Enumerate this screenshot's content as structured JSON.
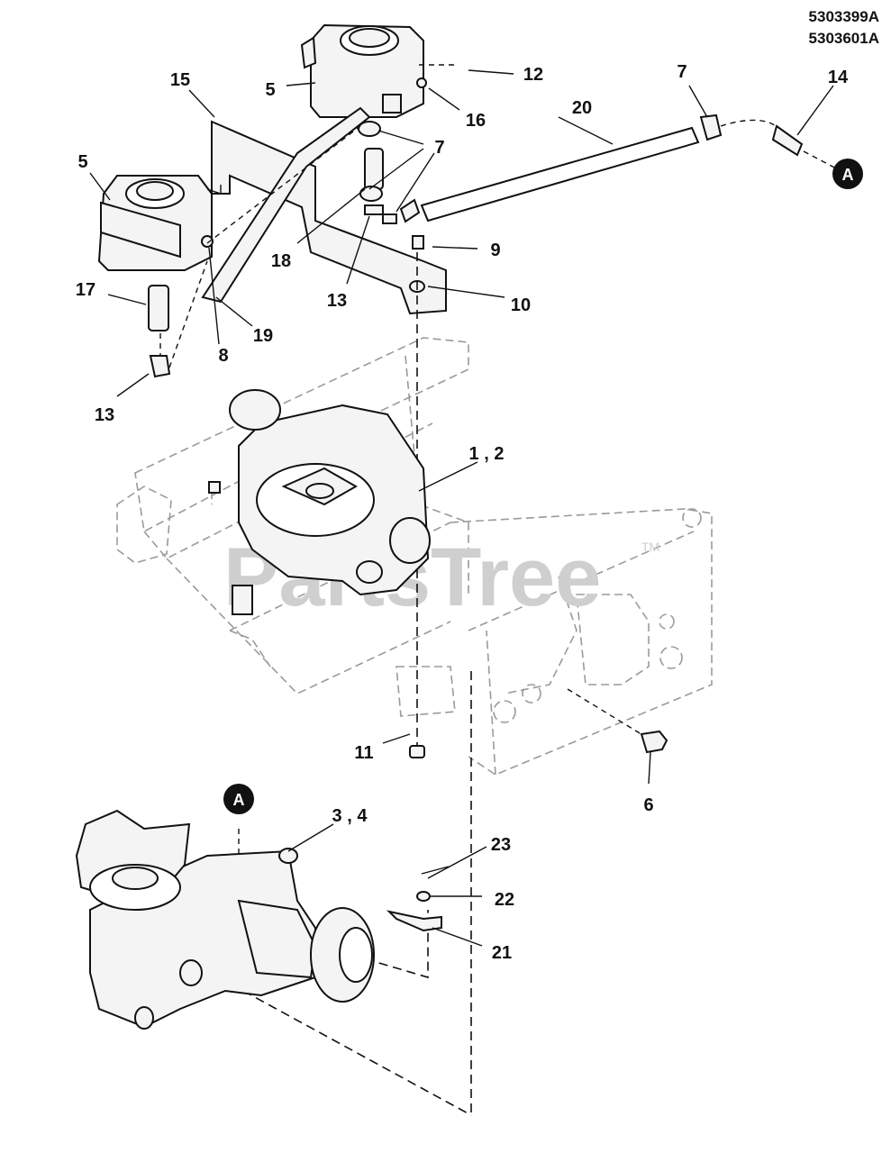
{
  "part_numbers": [
    "5303399A",
    "5303601A"
  ],
  "watermark": "PartsTree",
  "watermark_tm": "TM",
  "callouts": {
    "connector": "A"
  },
  "labels": {
    "l1_2": "1 , 2",
    "l3_4": "3 , 4",
    "l5a": "5",
    "l5b": "5",
    "l6": "6",
    "l7a": "7",
    "l7b": "7",
    "l8": "8",
    "l9": "9",
    "l10": "10",
    "l11": "11",
    "l12": "12",
    "l13a": "13",
    "l13b": "13",
    "l14": "14",
    "l15": "15",
    "l16": "16",
    "l17": "17",
    "l18": "18",
    "l19": "19",
    "l20": "20",
    "l21": "21",
    "l22": "22",
    "l23": "23"
  }
}
